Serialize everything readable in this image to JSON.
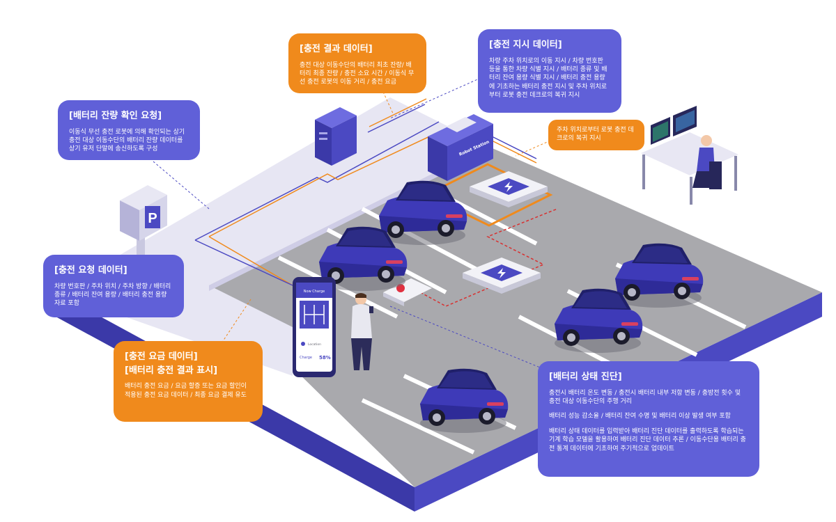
{
  "colors": {
    "purple_callout": "#6060d8",
    "orange_callout": "#f08a1c",
    "platform_base": "#4b49c2",
    "asphalt": "#a9a9ad",
    "sidewalk": "#e7e6f3",
    "car_body": "#3e3ab8"
  },
  "callouts": {
    "charging_result": {
      "title": "[충전 결과 데이터]",
      "lines": [
        "충전 대상 이동수단의 배터리 최초 잔량/ 배터리 최종 잔량 / 충전 소요 시간 / 이동식 무선 충전 로봇의 이동 거리 / 충전 요금"
      ]
    },
    "charging_instruction": {
      "title": "[충전 지시 데이터]",
      "lines": [
        "차량 주차 위치로의 이동 지시 / 차량 번호판 등을 통한 차량 식별 지시 / 배터리 종류 및 배터리 잔여 용량 식별 지시 / 배터리 충전 용량에 기초하는 배터리 충전 지시 및 주차 위치로부터 로봇 충전 데크로의 복귀 지시"
      ]
    },
    "return_instruction": {
      "text": "주차 위치로부터 로봇 충전 데크로의 복귀 지시"
    },
    "battery_check": {
      "title": "[배터리 잔량 확인 요청]",
      "lines": [
        "이동식 무선 충전 로봇에 의해 확인되는 상기 충전 대상 이동수단의 배터리 잔량 데이터를 상기 유저 단말에 송신하도록 구성"
      ]
    },
    "charging_request": {
      "title": "[충전 요청 데이터]",
      "lines": [
        "차량 번호판 / 주차 위치 / 주차 방향 / 배터리 종류 / 배터리 잔여 용량 / 배터리 충전 용량 자료 포함"
      ]
    },
    "fee_data": {
      "title_1": "[충전 요금 데이터]",
      "title_2": "[배터리 충전 결과 표시]",
      "lines": [
        "배터리 충전 요금 / 요금 할증 또는 요금 할인이 적용된 충전 요금 데이터 / 최종 요금 결제 유도"
      ]
    },
    "battery_diagnosis": {
      "title": "[배터리 상태 진단]",
      "paragraphs": [
        "충전시 배터리 온도 변동 / 충전시 배터리 내부 저항 변동 / 충방전 횟수 및 충전 대상 이동수단의 주행 거리",
        "배터리 성능 감소율 / 배터리 잔여 수명 및 배터리 이상 발생 여부 포함",
        "배터리 상태 데이터를 입력받아 배터리 진단 데이터를 출력하도록 학습되는 기계 학습 모델을 활용하여  배터리 진단 데이터 추론 / 이동수단용 배터리 충전 통계 데이터에 기초하여 주기적으로 업데이트"
      ]
    }
  },
  "scene": {
    "parking_sign": "P",
    "robot_station_label": "Robot Station",
    "phone": {
      "header": "Now Charge",
      "location_label": "Location",
      "charge_label": "Charge",
      "charge_percent": "58%"
    }
  }
}
